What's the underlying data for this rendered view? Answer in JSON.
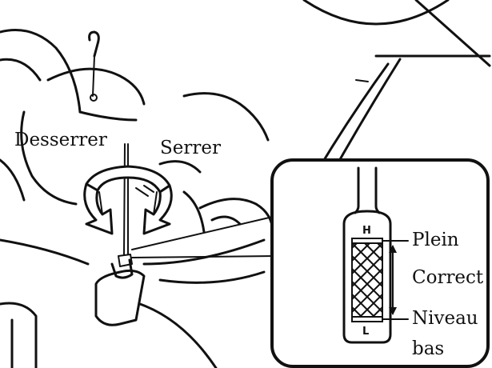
{
  "labels": {
    "loosen": "Desserrer",
    "tighten": "Serrer",
    "full": "Plein",
    "correct": "Correct",
    "low_line1": "Niveau",
    "low_line2": "bas"
  },
  "dipstick_marks": {
    "high": "H",
    "low": "L"
  },
  "colors": {
    "line": "#111111",
    "background": "#ffffff"
  }
}
